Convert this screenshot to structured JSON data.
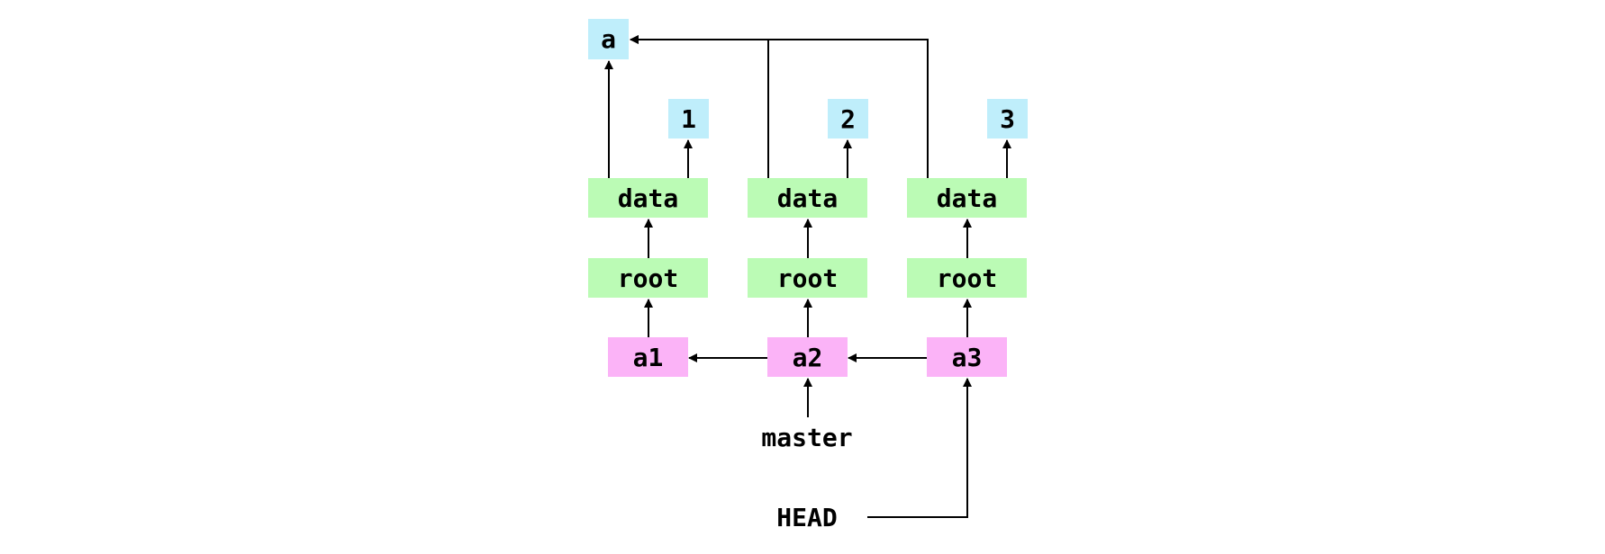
{
  "colors": {
    "blob": "#bfeefb",
    "tree": "#bbfbb5",
    "commit": "#fbb3f7",
    "line": "#000000",
    "background": "#ffffff"
  },
  "blobs": {
    "a": "a",
    "one": "1",
    "two": "2",
    "three": "3"
  },
  "trees": {
    "data_1": "data",
    "data_2": "data",
    "data_3": "data",
    "root_1": "root",
    "root_2": "root",
    "root_3": "root"
  },
  "commits": {
    "a1": "a1",
    "a2": "a2",
    "a3": "a3"
  },
  "refs": {
    "master": "master",
    "head": "HEAD"
  }
}
